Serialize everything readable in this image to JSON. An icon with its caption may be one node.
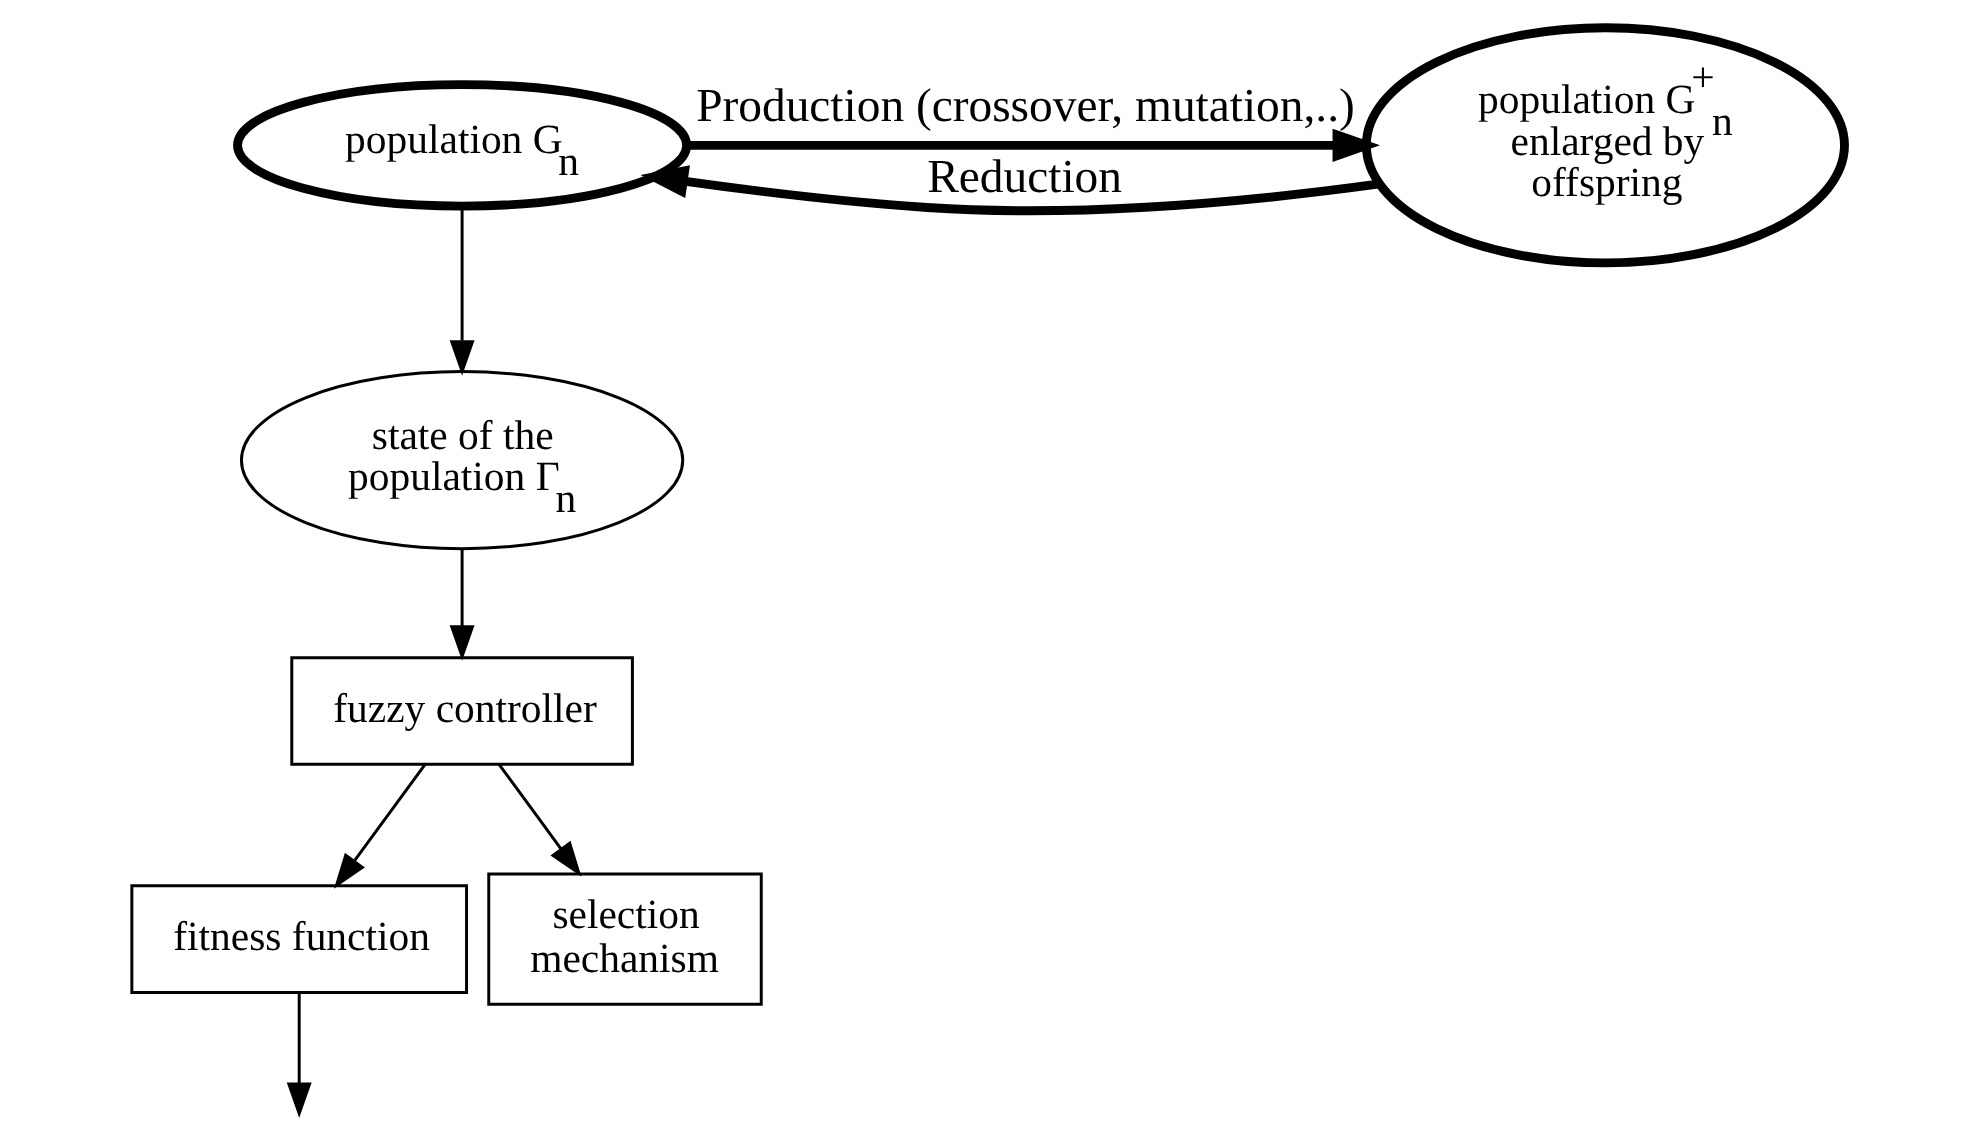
{
  "diagram": {
    "nodes": [
      {
        "text": [
          "population G$_{n}$"
        ]
      },
      {
        "text": [
          "state of the population Γ$_{n}$"
        ]
      },
      {
        "text": [
          "fuzzy controller"
        ]
      },
      {
        "text": [
          "fitness function"
        ]
      },
      {
        "text": [
          "selection mechanism"
        ]
      },
      {
        "text": [
          "population G$^{+}$$_{n}$ enlarged by offspring"
        ]
      }
    ],
    "edges": [
      {
        "from": 0,
        "to": 5,
        "arrow": "to",
        "label": "Production (crossover, mutation,..)",
        "style": "thick"
      },
      {
        "from": 5,
        "to": 0,
        "arrow": "to",
        "label": "Reduction",
        "style": "thick"
      },
      {
        "from": 0,
        "to": 1,
        "arrow": "to"
      },
      {
        "from": 1,
        "to": 2,
        "arrow": "to"
      },
      {
        "from": 2,
        "to": 3,
        "arrow": "to"
      },
      {
        "from": 2,
        "to": 4,
        "arrow": "to"
      },
      {
        "from": 3,
        "to": null,
        "arrow": "to"
      }
    ]
  }
}
